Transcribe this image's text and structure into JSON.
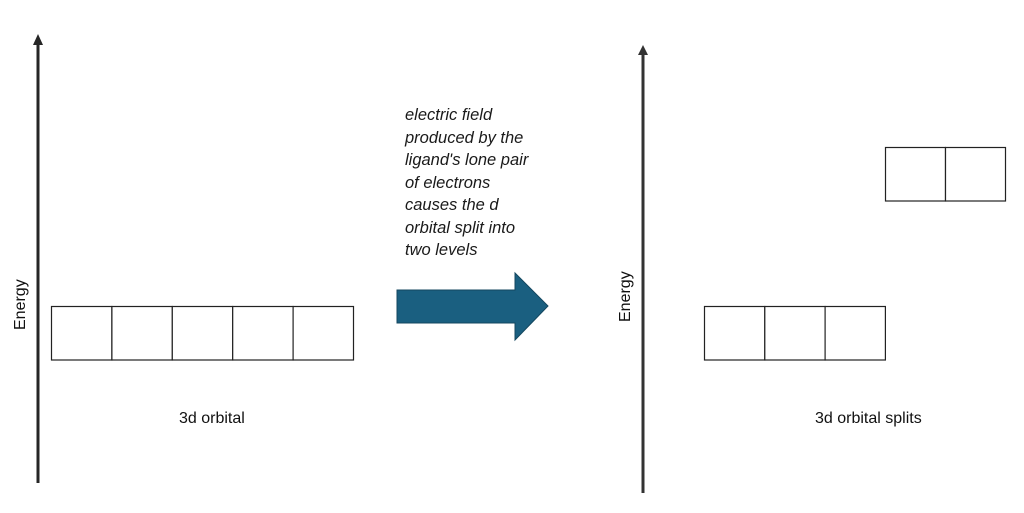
{
  "left_panel": {
    "axis_label": "Energy",
    "orbital_count": 5,
    "caption": "3d orbital"
  },
  "transition": {
    "note_lines": [
      "electric field",
      "produced by the",
      "ligand's lone pair",
      "of electrons",
      "causes the d",
      "orbital split into",
      "two levels"
    ],
    "arrow_color": "#1a5f80"
  },
  "right_panel": {
    "axis_label": "Energy",
    "upper_level_count": 2,
    "lower_level_count": 3,
    "caption": "3d orbital splits"
  }
}
